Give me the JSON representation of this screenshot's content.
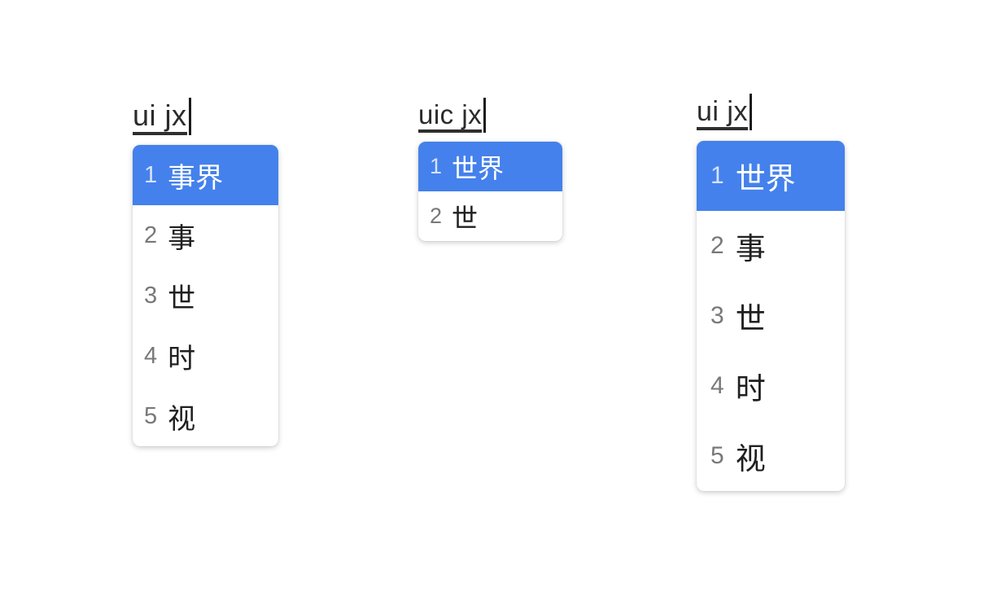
{
  "theme": {
    "background": "#ffffff",
    "highlight": "#4481ec",
    "highlight_text": "#ffffff",
    "highlight_index_text": "#d7e3fb",
    "panel_background": "#ffffff",
    "candidate_text": "#202020",
    "index_text": "#787878",
    "preedit_text": "#2b2b2b",
    "preedit_underline": "#2f2f2f",
    "caret": "#1b1b1b"
  },
  "ime_instances": [
    {
      "id": "ime-1",
      "preedit": {
        "text": "ui jx",
        "caret": "|"
      },
      "candidates": [
        {
          "index": "1",
          "word": "事界",
          "selected": true
        },
        {
          "index": "2",
          "word": "事",
          "selected": false
        },
        {
          "index": "3",
          "word": "世",
          "selected": false
        },
        {
          "index": "4",
          "word": "时",
          "selected": false
        },
        {
          "index": "5",
          "word": "视",
          "selected": false
        }
      ]
    },
    {
      "id": "ime-2",
      "preedit": {
        "text": "uic jx",
        "caret": "|"
      },
      "candidates": [
        {
          "index": "1",
          "word": "世界",
          "selected": true
        },
        {
          "index": "2",
          "word": "世",
          "selected": false
        }
      ]
    },
    {
      "id": "ime-3",
      "preedit": {
        "text": "ui jx",
        "caret": "|"
      },
      "candidates": [
        {
          "index": "1",
          "word": "世界",
          "selected": true
        },
        {
          "index": "2",
          "word": "事",
          "selected": false
        },
        {
          "index": "3",
          "word": "世",
          "selected": false
        },
        {
          "index": "4",
          "word": "时",
          "selected": false
        },
        {
          "index": "5",
          "word": "视",
          "selected": false
        }
      ]
    }
  ]
}
